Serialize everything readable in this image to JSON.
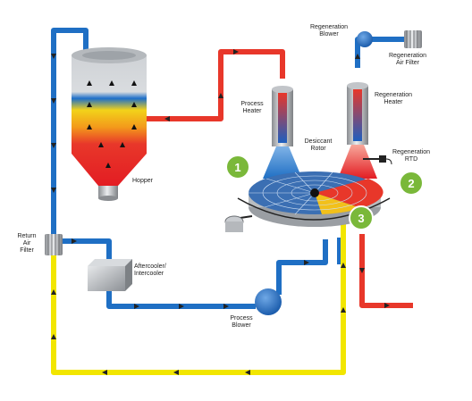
{
  "labels": {
    "regen_blower_1": "Regeneration",
    "regen_blower_2": "Blower",
    "regen_filter_1": "Regeneration",
    "regen_filter_2": "Air Filter",
    "regen_heater_1": "Regeneration",
    "regen_heater_2": "Heater",
    "regen_rtd_1": "Regeneration",
    "regen_rtd_2": "RTD",
    "process_heater_1": "Process",
    "process_heater_2": "Heater",
    "rotor_1": "Desiccant",
    "rotor_2": "Rotor",
    "hopper": "Hopper",
    "return_filter_1": "Return",
    "return_filter_2": "Air",
    "return_filter_3": "Filter",
    "aftercooler_1": "Aftercooler/",
    "aftercooler_2": "Intercooler",
    "process_blower_1": "Process",
    "process_blower_2": "Blower"
  },
  "markers": [
    "1",
    "2",
    "3"
  ],
  "colors": {
    "process_air": "#1f6fc4",
    "heated_air": "#e8372a",
    "return_air": "#f2e600",
    "marker": "#7ab83a"
  }
}
